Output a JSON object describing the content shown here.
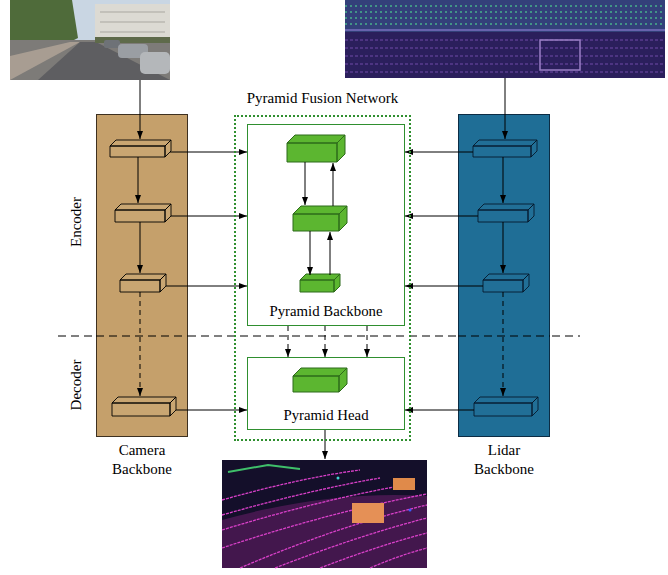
{
  "diagram": {
    "nodes": [
      {
        "text": [
          "Pyramid Fusion Network"
        ]
      },
      {
        "text": [
          "Pyramid Backbone"
        ],
        "in": 0
      },
      {
        "text": [
          "Pyramid Head"
        ],
        "in": 0
      },
      {
        "text": [
          "Camera Backbone"
        ]
      },
      {
        "text": [
          "Lidar Backbone"
        ]
      }
    ],
    "edges": [
      {
        "from": 3,
        "to": 1,
        "arrow": "to"
      },
      {
        "from": 3,
        "to": 1,
        "arrow": "to"
      },
      {
        "from": 3,
        "to": 1,
        "arrow": "to"
      },
      {
        "from": 4,
        "to": 1,
        "arrow": "to"
      },
      {
        "from": 4,
        "to": 1,
        "arrow": "to"
      },
      {
        "from": 4,
        "to": 1,
        "arrow": "to"
      },
      {
        "from": 3,
        "to": 2,
        "arrow": "to"
      },
      {
        "from": 4,
        "to": 2,
        "arrow": "to"
      },
      {
        "from": 1,
        "to": 2,
        "arrow": "to"
      },
      {
        "from": 1,
        "to": 2,
        "arrow": "to"
      },
      {
        "from": 1,
        "to": 2,
        "arrow": "to"
      }
    ],
    "labels": [
      "Encoder",
      "Decoder"
    ]
  }
}
